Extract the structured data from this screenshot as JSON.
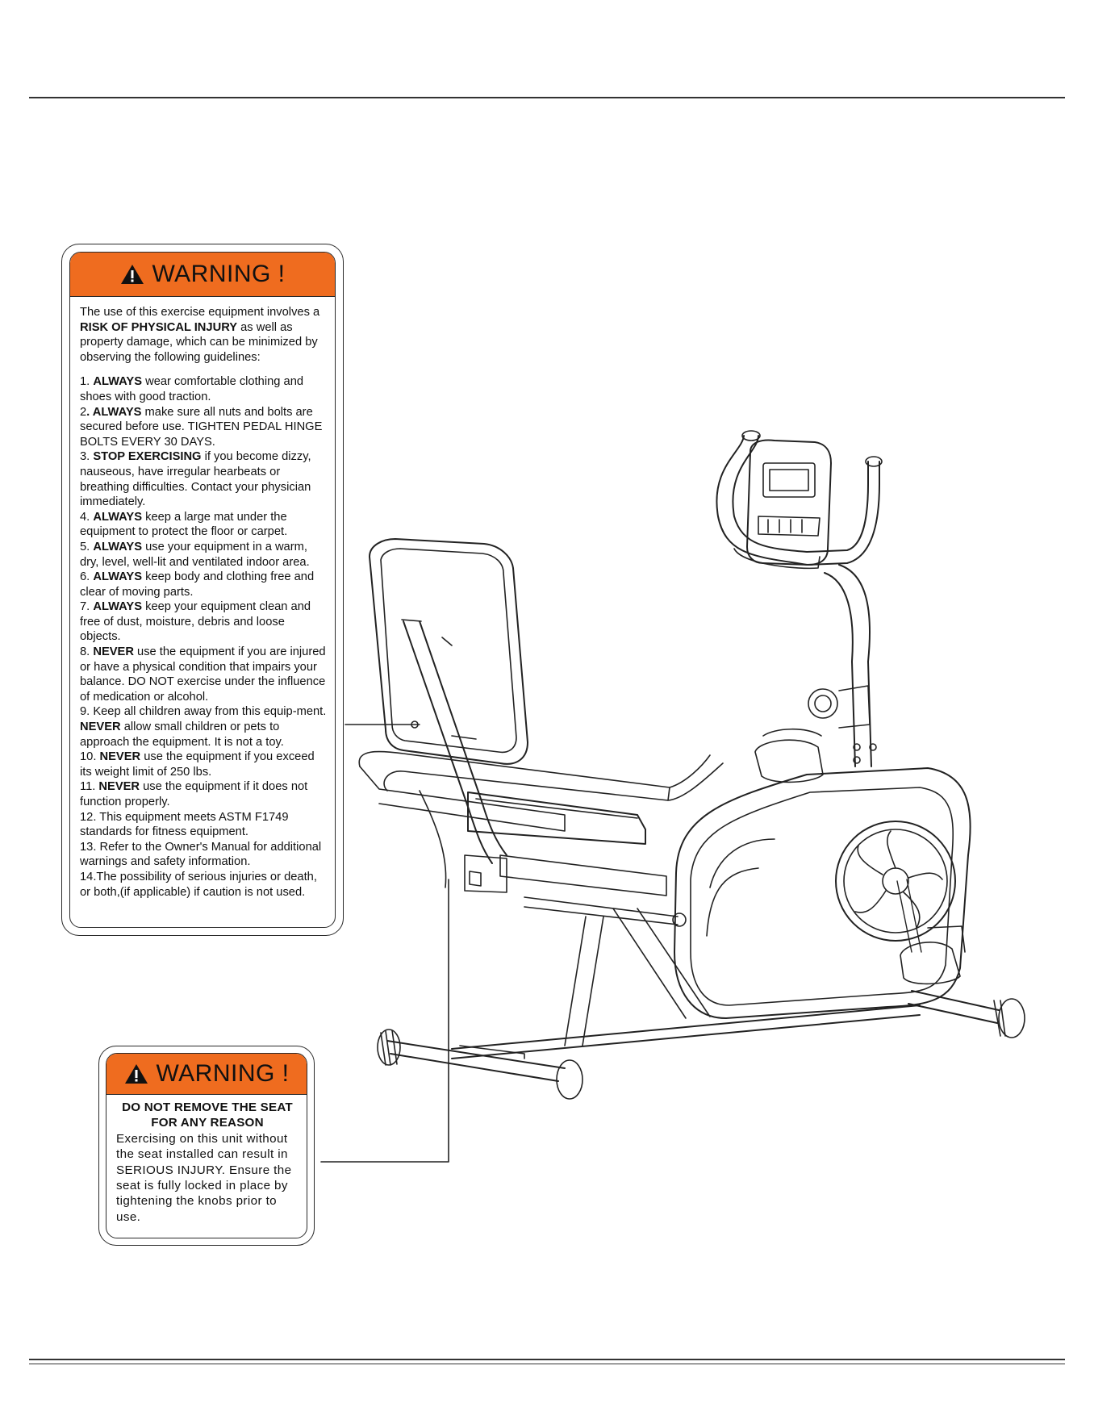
{
  "colors": {
    "warning_orange": "#EF6C1F",
    "line": "#222222"
  },
  "label1": {
    "title": "WARNING !",
    "intro": [
      {
        "t": "The use of this exercise equipment involves a ",
        "b": false
      },
      {
        "t": "RISK OF PHYSICAL INJURY",
        "b": true
      },
      {
        "t": "  as well as property damage, which can be minimized by observing the following guidelines:",
        "b": false
      }
    ],
    "items": [
      [
        {
          "t": "1. ",
          "b": false
        },
        {
          "t": "ALWAYS",
          "b": true
        },
        {
          "t": " wear comfortable clothing and shoes with good traction.",
          "b": false
        }
      ],
      [
        {
          "t": "2",
          "b": false
        },
        {
          "t": ". ALWAYS",
          "b": true
        },
        {
          "t": " make sure all nuts and bolts are secured before use. TIGHTEN PEDAL HINGE BOLTS EVERY 30 DAYS.",
          "b": false
        }
      ],
      [
        {
          "t": "3. ",
          "b": false
        },
        {
          "t": "STOP EXERCISING",
          "b": true
        },
        {
          "t": "  if you become dizzy, nauseous, have irregular hearbeats or breathing difficulties. Contact your physician immediately.",
          "b": false
        }
      ],
      [
        {
          "t": "4. ",
          "b": false
        },
        {
          "t": "ALWAYS",
          "b": true
        },
        {
          "t": " keep a large mat under the equipment to protect the floor or carpet.",
          "b": false
        }
      ],
      [
        {
          "t": "5. ",
          "b": false
        },
        {
          "t": "ALWAYS",
          "b": true
        },
        {
          "t": " use your equipment in a warm, dry, level, well-lit and ventilated indoor area.",
          "b": false
        }
      ],
      [
        {
          "t": "6. ",
          "b": false
        },
        {
          "t": "ALWAYS",
          "b": true
        },
        {
          "t": " keep body and clothing free and clear of moving parts.",
          "b": false
        }
      ],
      [
        {
          "t": "7. ",
          "b": false
        },
        {
          "t": "ALWAYS",
          "b": true
        },
        {
          "t": " keep your equipment clean and free of dust, moisture, debris and loose objects.",
          "b": false
        }
      ],
      [
        {
          "t": "8. ",
          "b": false
        },
        {
          "t": "NEVER",
          "b": true
        },
        {
          "t": " use the equipment if you are injured or have a physical condition that impairs your balance. DO NOT exercise under the influence of medication or alcohol.",
          "b": false
        }
      ],
      [
        {
          "t": "9. Keep all children away from this equip-ment. ",
          "b": false
        },
        {
          "t": "NEVER",
          "b": true
        },
        {
          "t": " allow small children or pets to approach the equipment. It is not a toy.",
          "b": false
        }
      ],
      [
        {
          "t": "10. ",
          "b": false
        },
        {
          "t": "NEVER",
          "b": true
        },
        {
          "t": " use the equipment if you exceed its weight limit of 250 lbs.",
          "b": false
        }
      ],
      [
        {
          "t": "11. ",
          "b": false
        },
        {
          "t": "NEVER",
          "b": true
        },
        {
          "t": " use the equipment if it does not function properly.",
          "b": false
        }
      ],
      [
        {
          "t": "12. This equipment meets ASTM F1749 standards for fitness equipment.",
          "b": false
        }
      ],
      [
        {
          "t": "13. Refer to the Owner's Manual for additional warnings and safety information.",
          "b": false
        }
      ],
      [
        {
          "t": "14.The possibility of serious injuries or death, or both,(if applicable) if caution is not used.",
          "b": false
        }
      ]
    ]
  },
  "label2": {
    "title": "WARNING !",
    "headline": "DO NOT REMOVE THE SEAT FOR ANY REASON",
    "body": "Exercising on this unit without the seat installed can result in SERIOUS INJURY. Ensure the seat is fully locked in place by tightening the knobs prior to use."
  }
}
